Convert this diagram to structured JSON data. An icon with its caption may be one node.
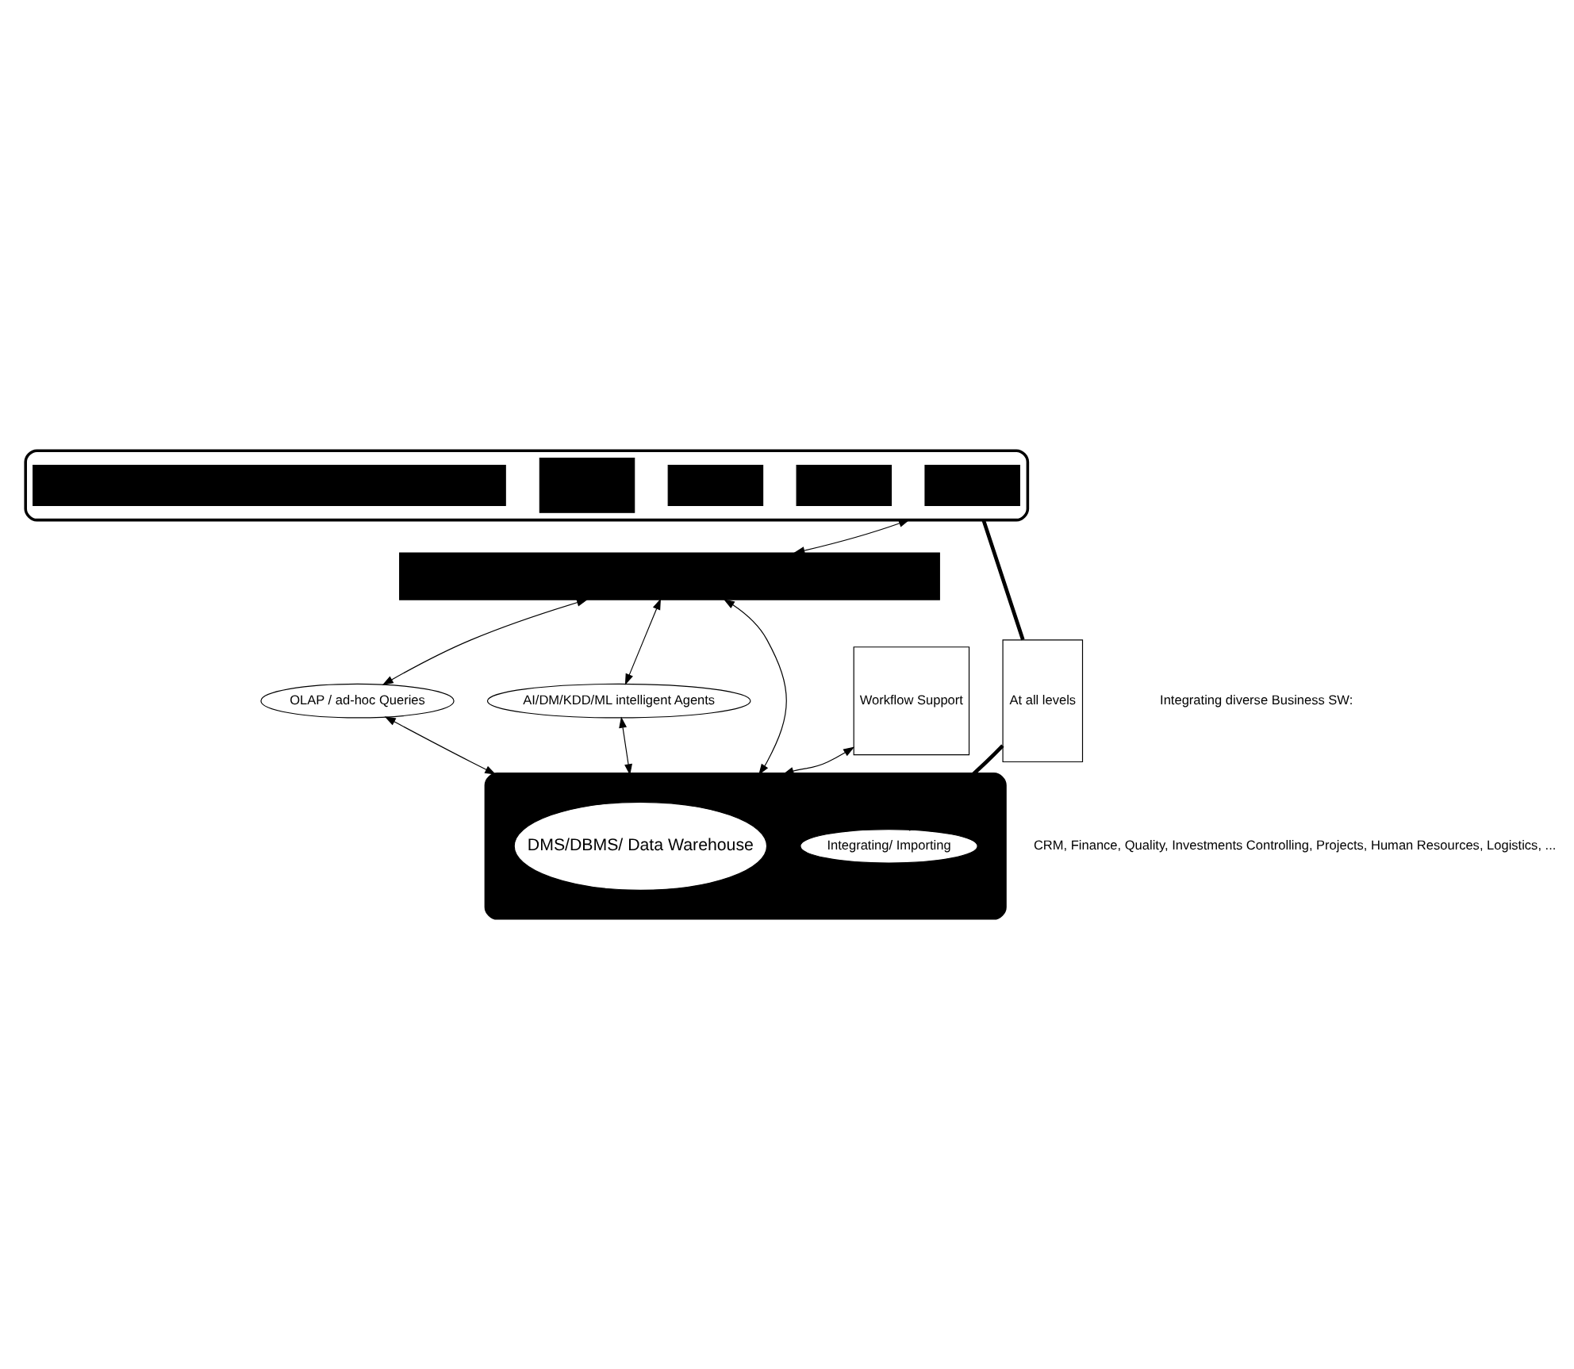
{
  "diagram": {
    "nodes": [
      {
        "text": [],
        "shape": "box"
      },
      {
        "text": [],
        "shape": "box",
        "in": 0
      },
      {
        "text": [],
        "shape": "box",
        "in": 0
      },
      {
        "text": [],
        "shape": "box",
        "in": 0
      },
      {
        "text": [],
        "shape": "box",
        "in": 0
      },
      {
        "text": [],
        "shape": "bar",
        "in": 0
      },
      {
        "text": [],
        "shape": "bar"
      },
      {
        "text": [
          "OLAP / ad-hoc Queries"
        ]
      },
      {
        "text": [
          "AI/DM/KDD/ML intelligent Agents"
        ]
      },
      {
        "text": [
          "Workflow Support"
        ]
      },
      {
        "text": [],
        "shape": "ellipse"
      },
      {
        "text": [
          "DMS/DBMS/ Data Warehouse"
        ],
        "in": 10
      },
      {
        "text": [
          "Integrating/ Importing"
        ],
        "in": 10
      },
      {
        "text": [
          "At all levels"
        ]
      }
    ],
    "edges": [
      {
        "from": 0,
        "to": 6,
        "arrow": "both"
      },
      {
        "from": 6,
        "to": 7,
        "arrow": "both"
      },
      {
        "from": 6,
        "to": 10,
        "arrow": "both"
      },
      {
        "from": 6,
        "to": 8,
        "arrow": "both"
      },
      {
        "from": 7,
        "to": 10,
        "arrow": "both"
      },
      {
        "from": 8,
        "to": 10,
        "arrow": "both"
      },
      {
        "from": 9,
        "to": 10,
        "arrow": "both"
      },
      {
        "from": 0,
        "to": 13,
        "arrow": "none",
        "style": "thick"
      },
      {
        "from": 13,
        "to": 12,
        "arrow": "none",
        "style": "thick"
      }
    ],
    "labels": [
      "Integrating diverse Business SW:",
      "CRM, Finance, Quality, Investments Controlling, Projects, Human Resources, Logistics, ..."
    ]
  }
}
